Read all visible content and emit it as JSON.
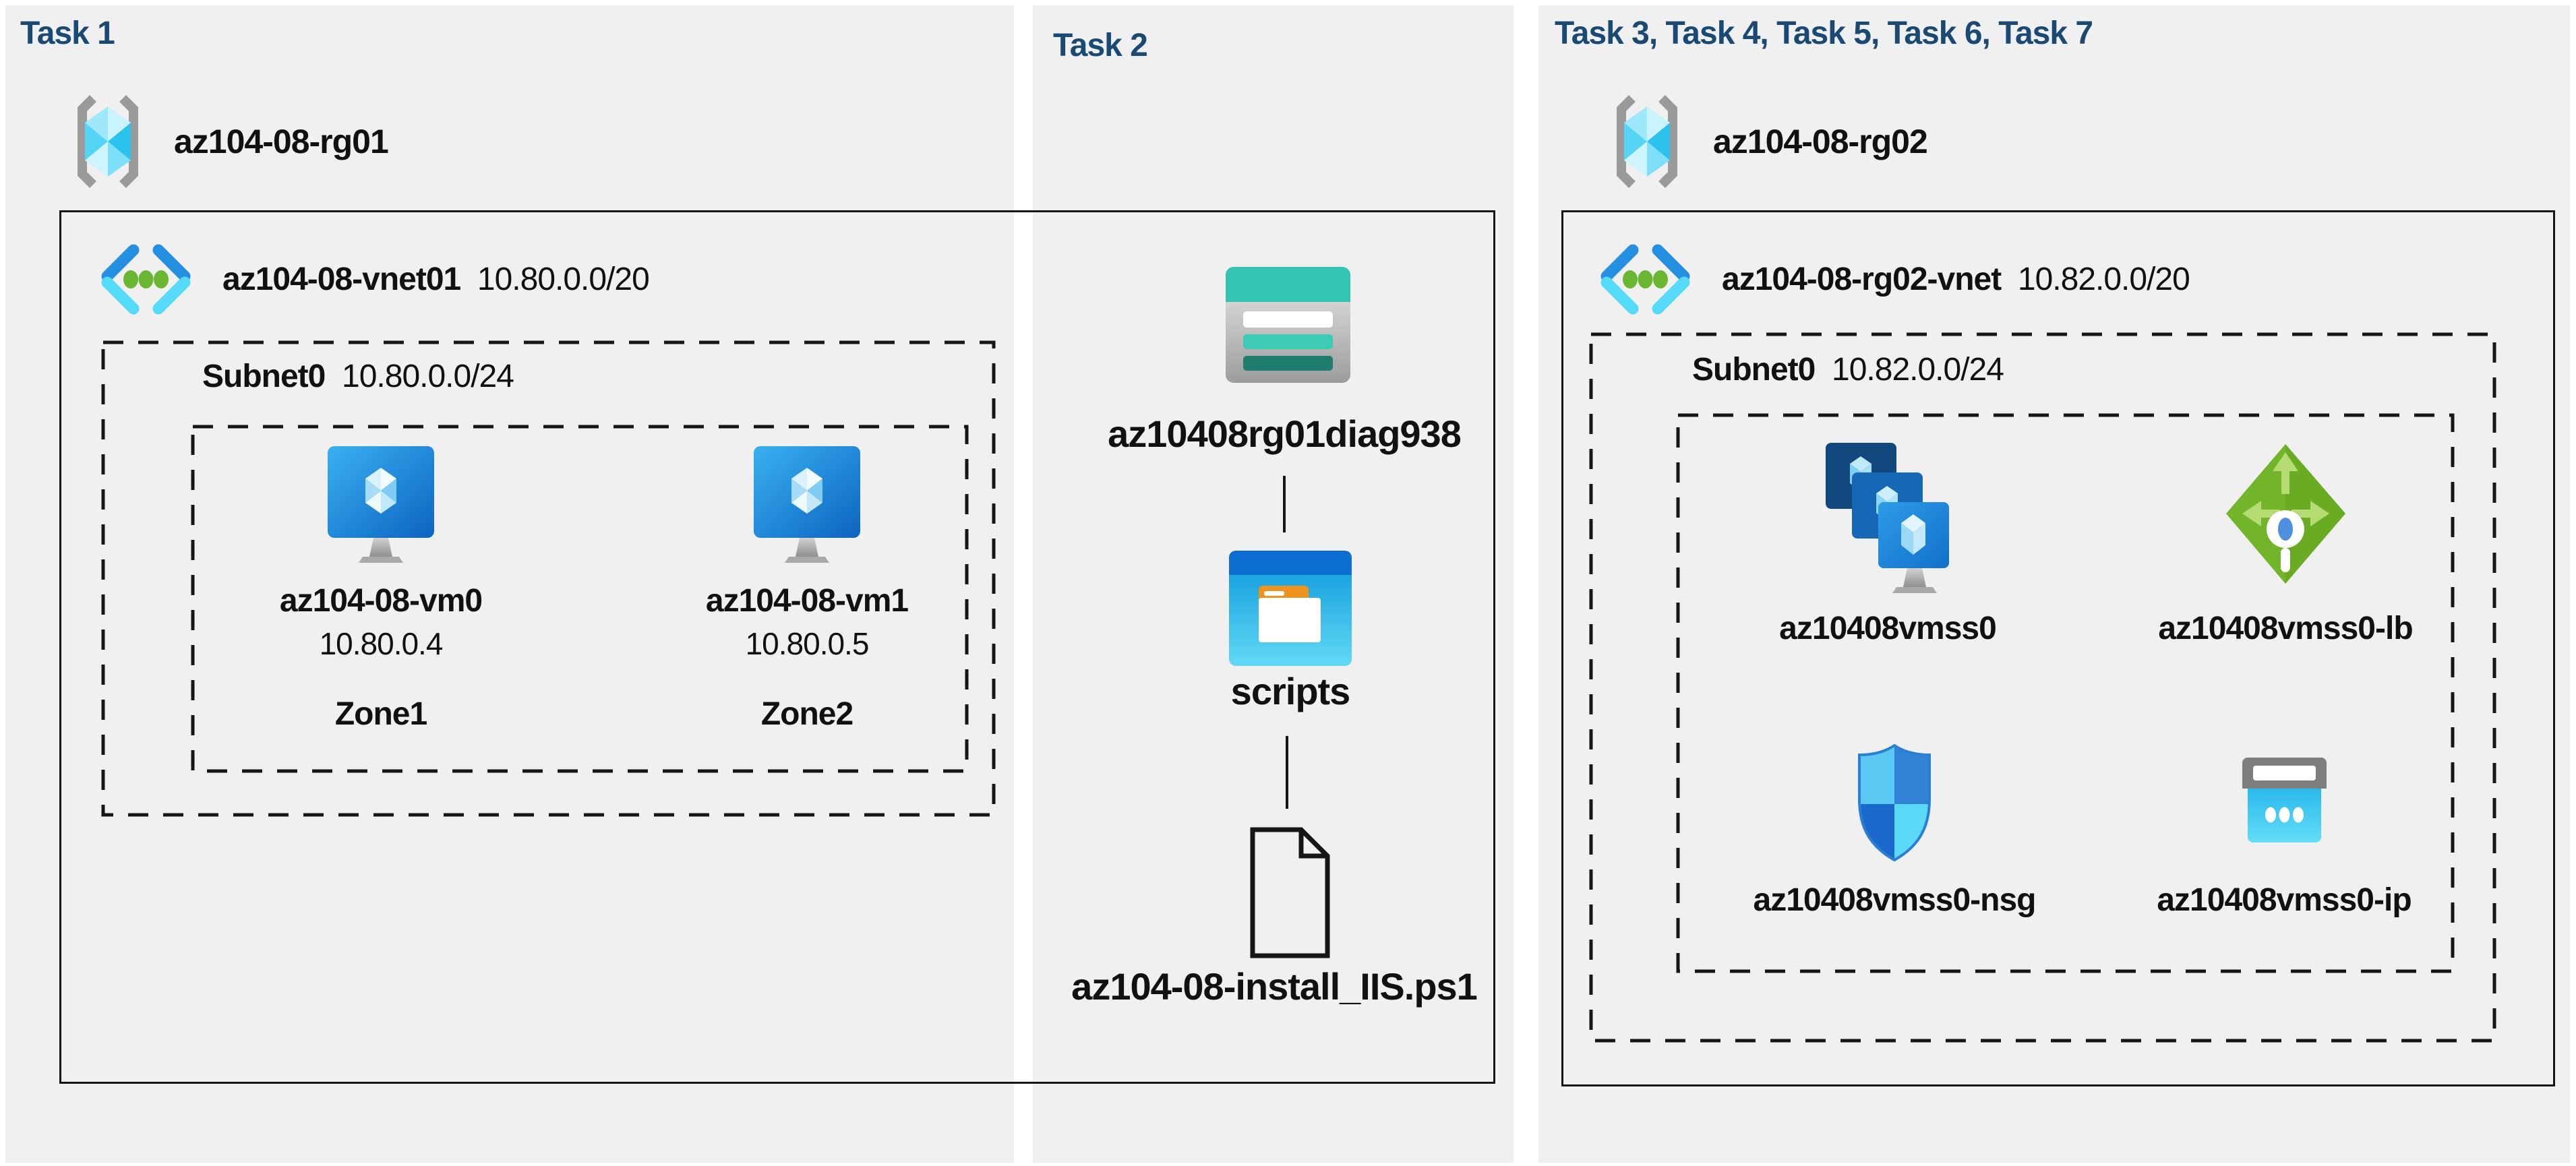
{
  "task1": {
    "header": "Task 1",
    "resource_group": "az104-08-rg01",
    "vnet_name": "az104-08-vnet01",
    "vnet_cidr": "10.80.0.0/20",
    "subnet_name": "Subnet0",
    "subnet_cidr": "10.80.0.0/24",
    "vms": [
      {
        "name": "az104-08-vm0",
        "ip": "10.80.0.4",
        "zone": "Zone1"
      },
      {
        "name": "az104-08-vm1",
        "ip": "10.80.0.5",
        "zone": "Zone2"
      }
    ]
  },
  "task2": {
    "header": "Task 2",
    "storage_account": "az10408rg01diag938",
    "container": "scripts",
    "script_file": "az104-08-install_IIS.ps1"
  },
  "task3": {
    "header": "Task 3, Task 4, Task 5, Task 6, Task 7",
    "resource_group": "az104-08-rg02",
    "vnet_name": "az104-08-rg02-vnet",
    "vnet_cidr": "10.82.0.0/20",
    "subnet_name": "Subnet0",
    "subnet_cidr": "10.82.0.0/24",
    "vmss": "az10408vmss0",
    "load_balancer": "az10408vmss0-lb",
    "nsg": "az10408vmss0-nsg",
    "public_ip": "az10408vmss0-ip"
  },
  "colors": {
    "panel_bg": "#f0f0f1",
    "page_bg": "#ffffff",
    "header_text": "#1a4a73",
    "label_text": "#111111",
    "box_border": "#161616",
    "vnet_blue": "#2590e2",
    "vnet_cyan": "#55dafa",
    "storage_teal": "#34c5b2",
    "lb_green": "#72b42a",
    "folder_orange": "#f0921e"
  }
}
